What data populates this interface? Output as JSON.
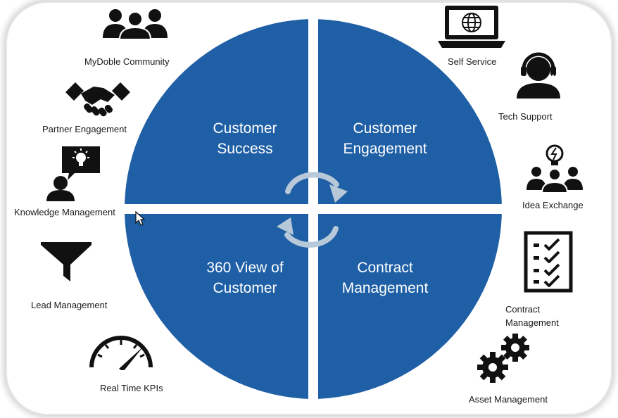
{
  "quadrants": {
    "top_left": "Customer\nSuccess",
    "top_right": "Customer\nEngagement",
    "bottom_left": "360 View of\nCustomer",
    "bottom_right": "Contract\nManagement"
  },
  "left_items": [
    {
      "label": "MyDoble Community",
      "icon": "users-group-icon"
    },
    {
      "label": "Partner Engagement",
      "icon": "handshake-icon"
    },
    {
      "label": "Knowledge Management",
      "icon": "person-idea-icon"
    },
    {
      "label": "Lead Management",
      "icon": "funnel-icon"
    },
    {
      "label": "Real Time KPIs",
      "icon": "speedometer-icon"
    }
  ],
  "right_items": [
    {
      "label": "Self Service",
      "icon": "laptop-globe-icon"
    },
    {
      "label": "Tech Support",
      "icon": "headset-agent-icon"
    },
    {
      "label": "Idea Exchange",
      "icon": "lightbulb-group-icon"
    },
    {
      "label": "Contract\nManagement",
      "icon": "checklist-icon"
    },
    {
      "label": "Asset Management",
      "icon": "gears-icon"
    }
  ],
  "colors": {
    "quadrant_fill": "#1f5fa6",
    "divider": "#ffffff",
    "arrow": "#b7c8d9",
    "icon": "#111111"
  }
}
